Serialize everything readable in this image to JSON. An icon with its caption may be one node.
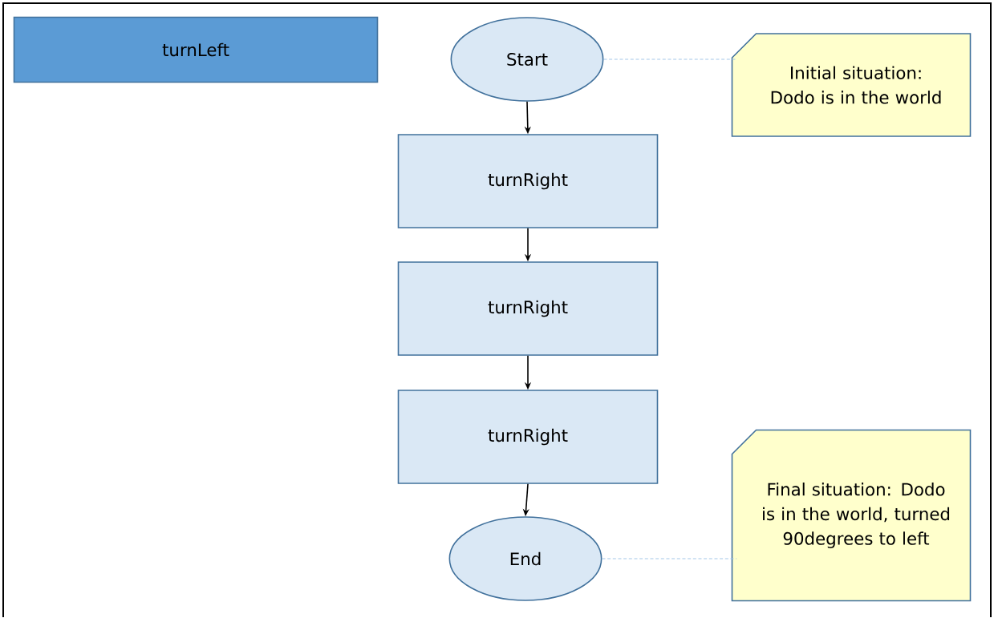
{
  "diagram": {
    "nodes": [
      {
        "text": [
          "turnLeft"
        ]
      },
      {
        "text": [
          "Start"
        ]
      },
      {
        "text": [
          "Initial situation: Dodo is in the world"
        ]
      },
      {
        "text": [
          "turnRight"
        ]
      },
      {
        "text": [
          "turnRight"
        ]
      },
      {
        "text": [
          "turnRight"
        ]
      },
      {
        "text": [
          "End"
        ]
      },
      {
        "text": [
          "Final situation: Dodo is in the world, turned 90degrees to left"
        ]
      }
    ],
    "edges": [
      {
        "from": 1,
        "to": 3,
        "arrow": "to"
      },
      {
        "from": 3,
        "to": 4,
        "arrow": "to"
      },
      {
        "from": 4,
        "to": 5,
        "arrow": "to"
      },
      {
        "from": 5,
        "to": 6,
        "arrow": "to"
      },
      {
        "from": 1,
        "to": 2,
        "arrow": "none",
        "style": "dashed",
        "color": "#9dc3e6"
      },
      {
        "from": 6,
        "to": 7,
        "arrow": "none",
        "style": "dashed",
        "color": "#9dc3e6"
      }
    ]
  }
}
